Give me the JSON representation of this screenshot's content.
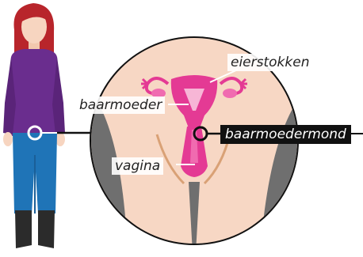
{
  "labels": {
    "ovaries": "eierstokken",
    "uterus": "baarmoeder",
    "cervix": "baarmoedermond",
    "vagina": "vagina"
  },
  "colors": {
    "background": "#ffffff",
    "skin": "#f7d7c4",
    "shade": "#6f6f6f",
    "organ": "#e43a94",
    "organ_light": "#f06bb0",
    "shirt": "#6a2d8e",
    "jeans": "#1f74b7",
    "hair": "#b8252b",
    "boots": "#2b2b2b",
    "callout_label_bg": "#111111"
  }
}
